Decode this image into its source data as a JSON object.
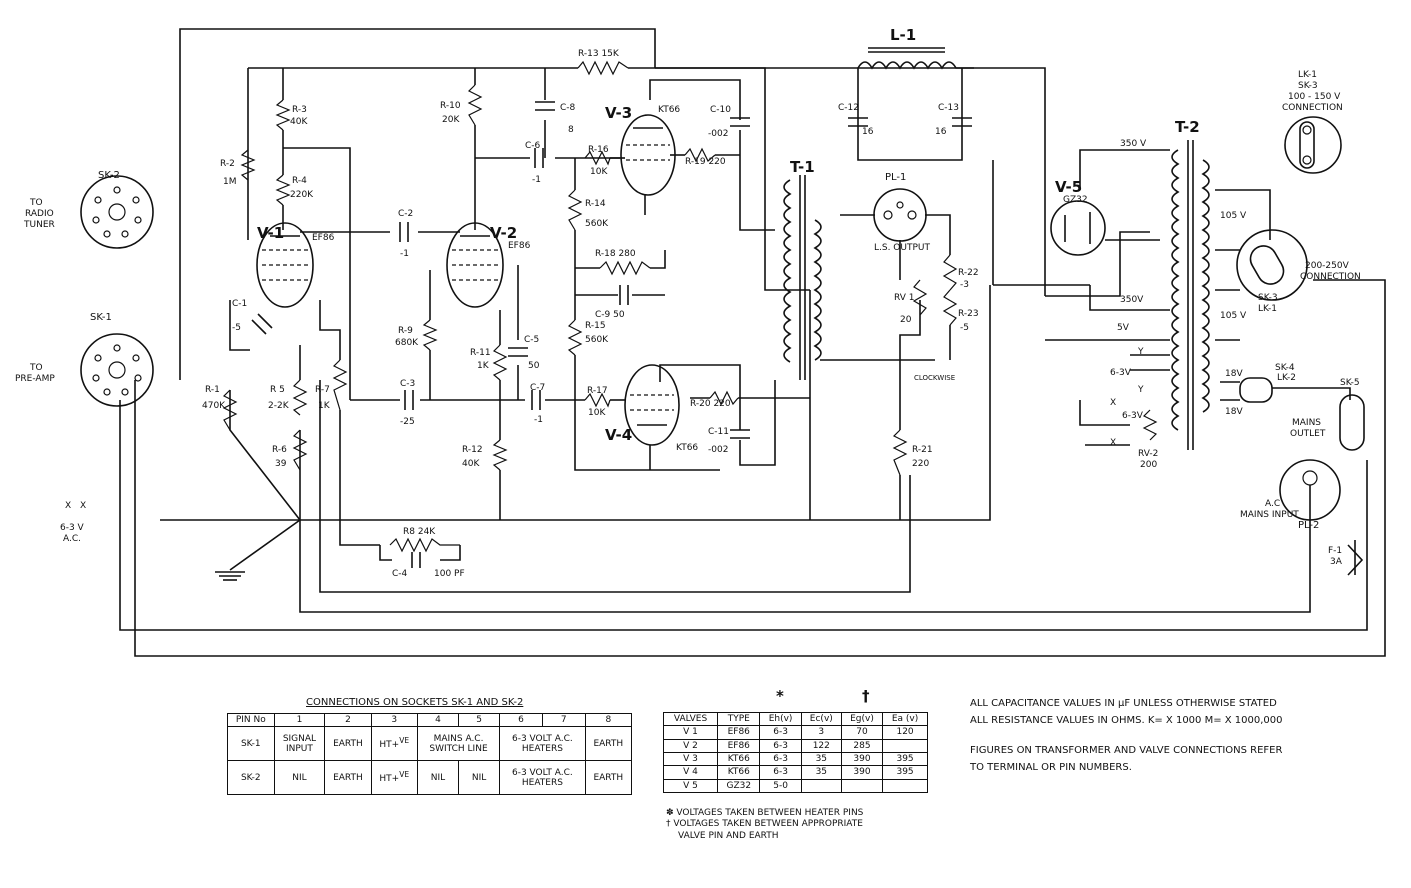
{
  "components": {
    "L1": "L-1",
    "T1": "T-1",
    "T2": "T-2",
    "V1": "V-1",
    "V1_type": "EF86",
    "V2": "V-2",
    "V2_type": "EF86",
    "V3": "V-3",
    "V3_type": "KT66",
    "V4": "V-4",
    "V4_type": "KT66",
    "V5": "V-5",
    "V5_type": "GZ32",
    "R13": "R-13 15K",
    "R3": "R-3",
    "R3_v": "40K",
    "R4": "R-4",
    "R4_v": "220K",
    "R2": "R-2",
    "R2_v": "1M",
    "R10": "R-10",
    "R10_v": "20K",
    "R16": "R-16",
    "R16_v": "10K",
    "R19": "R-19 220",
    "R14": "R-14",
    "R14_v": "560K",
    "R18": "R-18 280",
    "R15": "R-15",
    "R15_v": "560K",
    "R17": "R-17",
    "R17_v": "10K",
    "R20": "R-20 220",
    "R9": "R-9",
    "R9_v": "680K",
    "R11": "R-11",
    "R11_v": "1K",
    "R12": "R-12",
    "R12_v": "40K",
    "R1": "R-1",
    "R1_v": "470K",
    "R5": "R 5",
    "R5_v": "2-2K",
    "R7": "R-7",
    "R7_v": "1K",
    "R6": "R-6",
    "R6_v": "39",
    "R8": "R8 24K",
    "R21": "R-21",
    "R21_v": "220",
    "R22": "R-22",
    "R22_v": "-3",
    "R23": "R-23",
    "R23_v": "-5",
    "RV1": "RV 1",
    "RV1_v": "20",
    "RV2": "RV-2",
    "RV2_v": "200",
    "C1": "C-1",
    "C1_v": "-5",
    "C2": "C-2",
    "C2_v": "-1",
    "C3": "C-3",
    "C3_v": "-25",
    "C4": "C-4",
    "C4_v": "100 PF",
    "C5": "C-5",
    "C5_v": "50",
    "C6": "C-6",
    "C6_v": "-1",
    "C7": "C-7",
    "C7_v": "-1",
    "C8": "C-8",
    "C8_v": "8",
    "C9": "C-9 50",
    "C10": "C-10",
    "C10_v": "-002",
    "C11": "C-11",
    "C11_v": "-002",
    "C12": "C-12",
    "C12_v": "16",
    "C13": "C-13",
    "C13_v": "16",
    "PL1": "PL-1",
    "PL1_desc": "L.S. OUTPUT",
    "PL2": "PL-2",
    "SK1": "SK-1",
    "SK2": "SK-2",
    "SK5": "SK-5",
    "SK4": "SK-4",
    "LK2": "LK-2",
    "F1": "F-1",
    "F1_v": "3A",
    "clockwise": "CLOCKWISE"
  },
  "labels": {
    "to_radio_tuner_1": "TO",
    "to_radio_tuner_2": "RADIO",
    "to_radio_tuner_3": "TUNER",
    "to_preamp_1": "TO",
    "to_preamp_2": "PRE-AMP",
    "heater_1": "6-3 V",
    "heater_2": "A.C.",
    "mains_outlet_1": "MAINS",
    "mains_outlet_2": "OUTLET",
    "mains_input_1": "A.C",
    "mains_input_2": "MAINS INPUT",
    "lk1_1": "LK-1",
    "lk1_2": "SK-3",
    "lk1_3": "100 - 150 V",
    "lk1_4": "CONNECTION",
    "sk3_conn_1": "200-250V",
    "sk3_conn_2": "CONNECTION",
    "sk3_lk1_1": "SK-3",
    "sk3_lk1_2": "LK-1",
    "t2_350a": "350 V",
    "t2_350b": "350V",
    "t2_105a": "105 V",
    "t2_105b": "105 V",
    "t2_5v": "5V",
    "t2_63a": "6-3V",
    "t2_63b": "6-3V",
    "t2_18a": "18V",
    "t2_18b": "18V",
    "x": "X",
    "y": "Y"
  },
  "sockets_table": {
    "title": "CONNECTIONS ON SOCKETS SK-1 AND SK-2",
    "header": [
      "PIN No",
      "1",
      "2",
      "3",
      "4",
      "5",
      "6",
      "7",
      "8"
    ],
    "sk1": {
      "name": "SK-1",
      "pin1a": "SIGNAL",
      "pin1b": "INPUT",
      "pin2": "EARTH",
      "pin3": "HT+",
      "pin3_sup": "VE",
      "pin45a": "MAINS A.C.",
      "pin45b": "SWITCH LINE",
      "pin67a": "6-3 VOLT A.C.",
      "pin67b": "HEATERS",
      "pin8": "EARTH"
    },
    "sk2": {
      "name": "SK-2",
      "pin1": "NIL",
      "pin2": "EARTH",
      "pin3": "HT+",
      "pin3_sup": "VE",
      "pin4": "NIL",
      "pin5": "NIL",
      "pin67a": "6-3 VOLT A.C.",
      "pin67b": "HEATERS",
      "pin8": "EARTH"
    }
  },
  "valves_table": {
    "star": "*",
    "dagger": "†",
    "header": [
      "VALVES",
      "TYPE",
      "Eh(v)",
      "Ec(v)",
      "Eg(v)",
      "Ea (v)"
    ],
    "rows": [
      [
        "V 1",
        "EF86",
        "6-3",
        "3",
        "70",
        "120"
      ],
      [
        "V 2",
        "EF86",
        "6-3",
        "122",
        "285",
        ""
      ],
      [
        "V 3",
        "KT66",
        "6-3",
        "35",
        "390",
        "395"
      ],
      [
        "V 4",
        "KT66",
        "6-3",
        "35",
        "390",
        "395"
      ],
      [
        "V 5",
        "GZ32",
        "5-0",
        "",
        "",
        ""
      ]
    ]
  },
  "footnotes": {
    "star_note": "✽ VOLTAGES TAKEN BETWEEN HEATER PINS",
    "dagger_note_1": "† VOLTAGES TAKEN BETWEEN APPROPRIATE",
    "dagger_note_2": "VALVE PIN AND EARTH"
  },
  "notes": {
    "line1": "ALL CAPACITANCE VALUES IN µF UNLESS OTHERWISE STATED",
    "line2": "ALL RESISTANCE VALUES IN OHMS. K= X 1000  M= X 1000,000",
    "line3": "FIGURES ON TRANSFORMER AND VALVE CONNECTIONS REFER",
    "line4": "TO TERMINAL OR PIN NUMBERS."
  }
}
